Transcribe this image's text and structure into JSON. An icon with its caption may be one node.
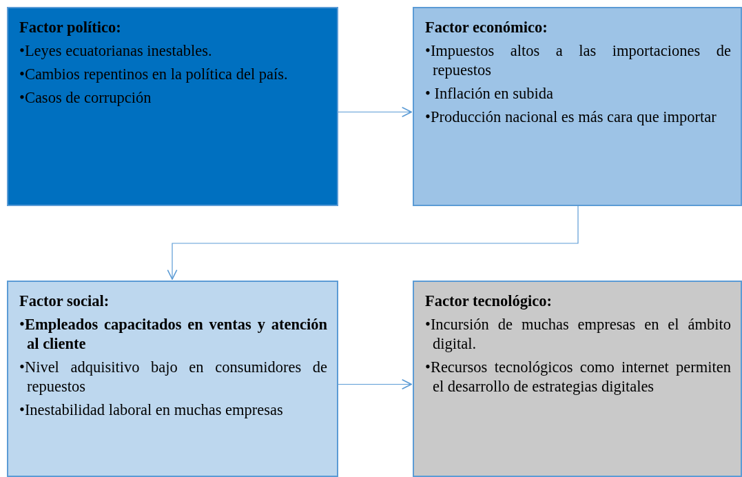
{
  "diagram": {
    "nodes": [
      {
        "text": [
          "Factor político:",
          "•Leyes ecuatorianas inestables.",
          "•Cambios repentinos en la política del país.",
          "•Casos de corrupción"
        ]
      },
      {
        "text": [
          "Factor económico:",
          "•Impuestos altos a las importaciones de repuestos",
          "• Inflación en subida",
          "•Producción nacional es más cara que importar"
        ]
      },
      {
        "text": [
          "Factor social:",
          "•**Empleados capacitados en ventas y atención al cliente**",
          "•Nivel adquisitivo bajo en consumidores de repuestos",
          "•Inestabilidad laboral en muchas empresas"
        ]
      },
      {
        "text": [
          "Factor tecnológico:",
          "•Incursión de muchas empresas en el ámbito digital.",
          "•Recursos tecnológicos como internet permiten el desarrollo de estrategias digitales"
        ]
      }
    ],
    "edges": [
      {
        "from": 0,
        "to": 1,
        "arrow": "to"
      },
      {
        "from": 1,
        "to": 2,
        "arrow": "to"
      },
      {
        "from": 2,
        "to": 3,
        "arrow": "to"
      }
    ]
  }
}
